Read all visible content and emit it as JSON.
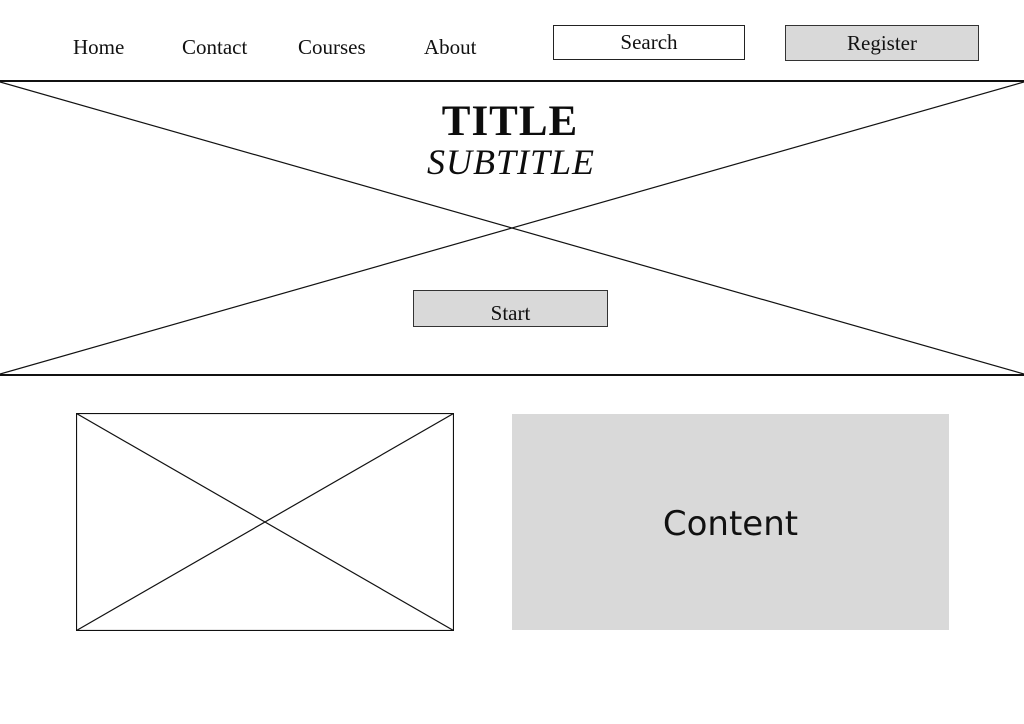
{
  "nav": {
    "links": [
      {
        "label": "Home"
      },
      {
        "label": "Contact"
      },
      {
        "label": "Courses"
      },
      {
        "label": "About"
      }
    ],
    "search_label": "Search",
    "register_label": "Register"
  },
  "hero": {
    "title": "TITLE",
    "subtitle": "SUBTITLE",
    "start_label": "Start"
  },
  "main": {
    "content_label": "Content"
  },
  "colors": {
    "background": "#ffffff",
    "placeholder_fill": "#d9d9d9",
    "line": "#111111"
  }
}
